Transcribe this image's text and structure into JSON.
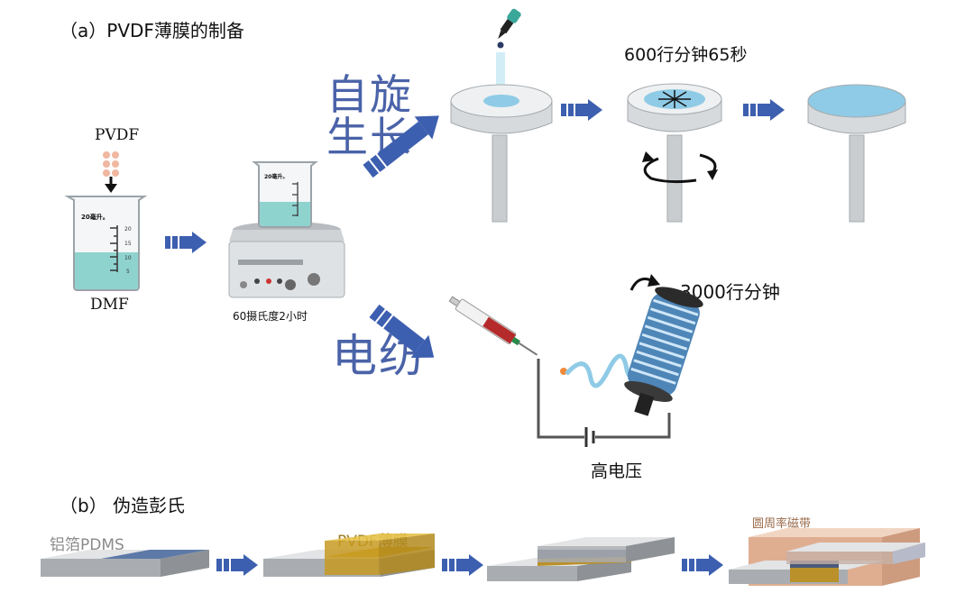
{
  "section_a": {
    "title": "（a）PVDF薄膜的制备",
    "pvdf_label": "PVDF",
    "dmf_label": "DMF",
    "beaker_volume_label": "20毫升。",
    "beaker_scale": [
      "20",
      "15",
      "10",
      "5"
    ],
    "stir_label": "60摄氏度2小时",
    "spin_method_line1": "自旋",
    "spin_method_line2": "生长",
    "spin_speed_label": "600行分钟65秒",
    "electrospin_method": "电纺",
    "electrospin_speed": "3000行分钟",
    "high_voltage_label": "高电压"
  },
  "section_b": {
    "title": "（b） 伪造彭氏",
    "step1_label": "铝箔PDMS",
    "step2_label": "PVDF薄膜",
    "step4_label": "圆周率磁带"
  },
  "colors": {
    "arrow_blue": "#3d5fb0",
    "liquid": "#8fd3cf",
    "film_blue": "#8fcbe6",
    "gold": "#d4a62a",
    "tape": "#d9a07e"
  }
}
